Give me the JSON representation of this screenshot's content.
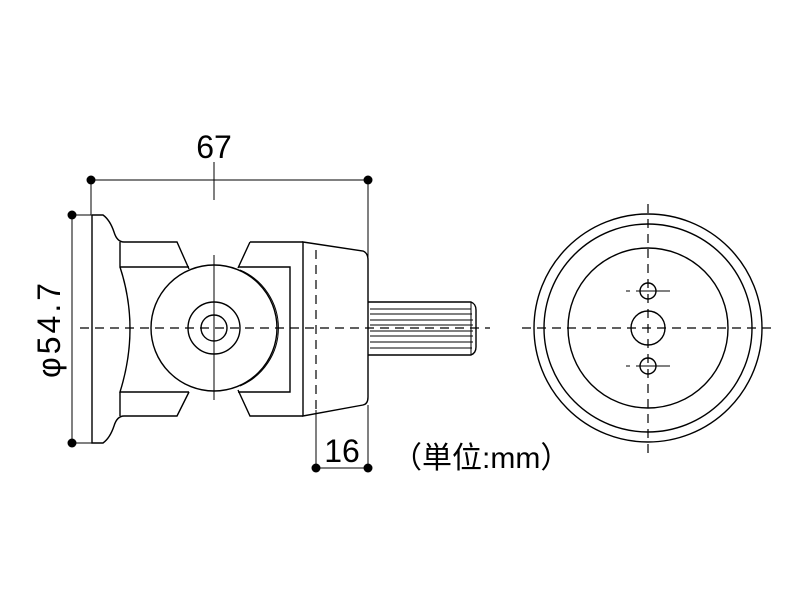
{
  "title": "Joint part technical drawing",
  "dimensions": {
    "overall_length": "67",
    "flange_diameter": "φ54.7",
    "cap_length": "16"
  },
  "unit_note": "（単位:mm）",
  "colors": {
    "line": "#000000",
    "background": "#ffffff"
  }
}
